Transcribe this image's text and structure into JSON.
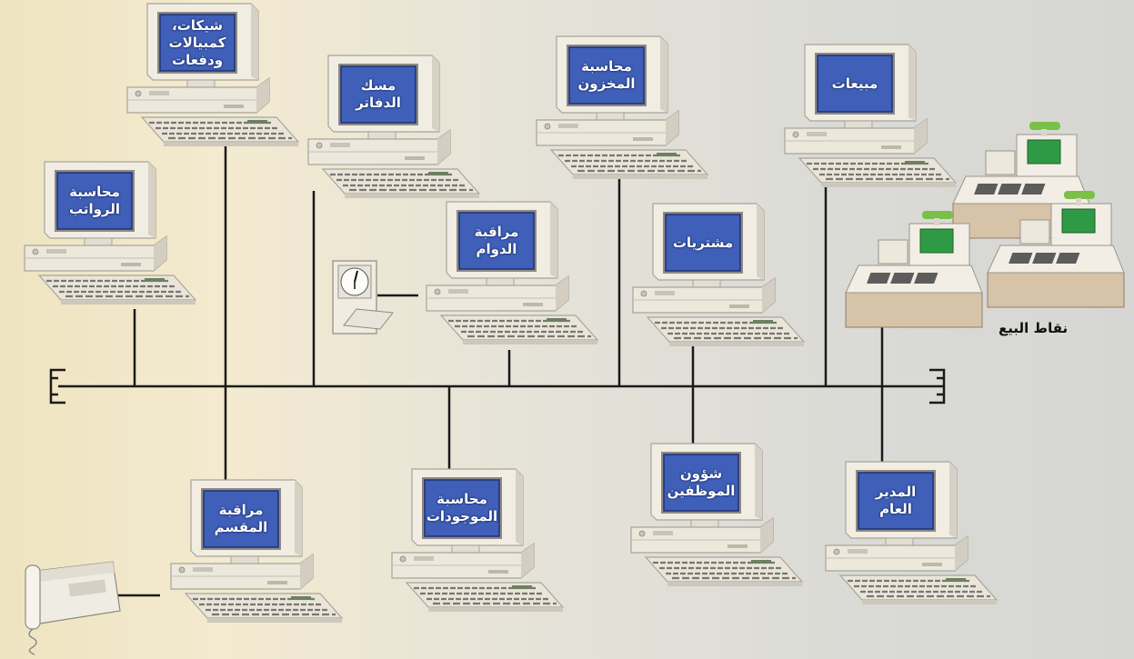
{
  "workstations": [
    {
      "id": "networks",
      "lines": [
        "شيكات،",
        "كمبيالات",
        "ودفعات"
      ]
    },
    {
      "id": "bookkeeping",
      "lines": [
        "مسك",
        "الدفاتر"
      ]
    },
    {
      "id": "inventory",
      "lines": [
        "محاسبة",
        "المخزون"
      ]
    },
    {
      "id": "sales",
      "lines": [
        "مبيعات"
      ]
    },
    {
      "id": "payroll",
      "lines": [
        "محاسبة",
        "الرواتب"
      ]
    },
    {
      "id": "attendance",
      "lines": [
        "مراقبة",
        "الدوام"
      ]
    },
    {
      "id": "purchases",
      "lines": [
        "مشتريات"
      ]
    },
    {
      "id": "exchange",
      "lines": [
        "مراقبة",
        "المقسم"
      ]
    },
    {
      "id": "assets",
      "lines": [
        "محاسبة",
        "الموجودات"
      ]
    },
    {
      "id": "personnel",
      "lines": [
        "شؤون",
        "الموظفين"
      ]
    },
    {
      "id": "manager",
      "lines": [
        "المدير",
        "العام"
      ]
    }
  ],
  "pos_label": "نقاط البيع",
  "colors": {
    "screen_blue": "#3f5fb8",
    "screen_border": "#1f3175",
    "beige": "#efeadc",
    "cable": "#1a1a1a",
    "pos_display": "#2f9a45"
  }
}
